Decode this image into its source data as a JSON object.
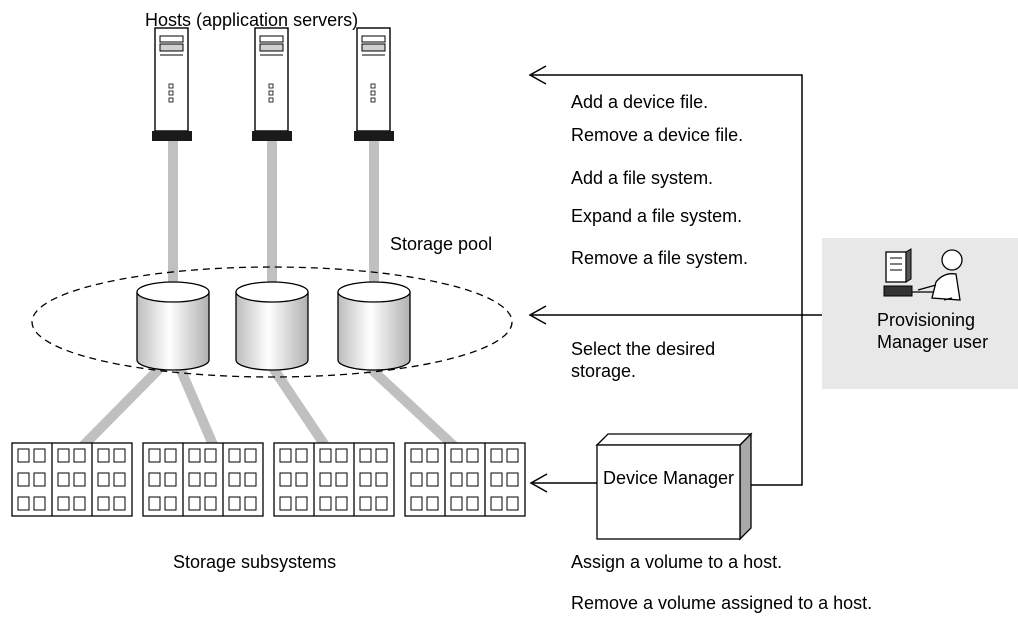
{
  "labels": {
    "hosts": "Hosts (application servers)",
    "storage_pool": "Storage pool",
    "storage_subsystems": "Storage subsystems",
    "device_manager": "Device Manager",
    "provisioning_user": "Provisioning Manager user"
  },
  "host_operations": [
    "Add a device file.",
    "Remove a device file.",
    "Add a file system.",
    "Expand a file system.",
    "Remove a file system."
  ],
  "user_operation": "Select the desired storage.",
  "device_manager_operations": [
    "Assign a volume to a host.",
    "Remove a volume assigned to a host."
  ],
  "colors": {
    "connector": "#c0c0c0",
    "panel": "#e8e8e8",
    "line": "#000000"
  }
}
